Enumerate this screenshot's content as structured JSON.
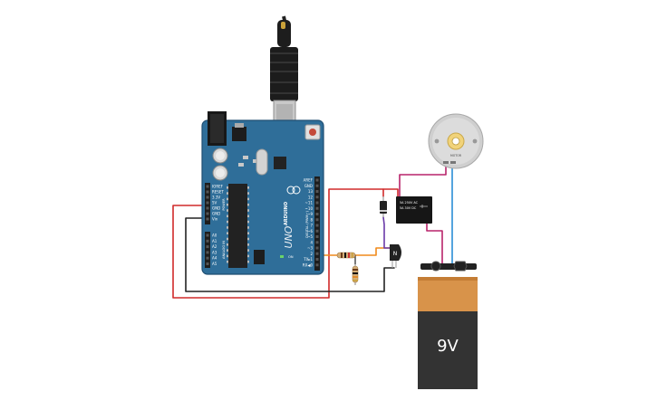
{
  "colors": {
    "board": "#2f6e99",
    "board_dark": "#1f4e72",
    "wire_red": "#d12a2a",
    "wire_black": "#222222",
    "wire_orange": "#f08a1c",
    "wire_magenta": "#b8246b",
    "wire_blue": "#2a8ed6",
    "wire_purple": "#6a3aa8",
    "battery_top": "#d8934a",
    "battery_body": "#333333"
  },
  "arduino": {
    "brand": "ARDUINO",
    "model": "UNO",
    "power_header": [
      "IOREF",
      "RESET",
      "3.3V",
      "5V",
      "GND",
      "GND",
      "Vin"
    ],
    "power_title": "POWER",
    "analog_header": [
      "A0",
      "A1",
      "A2",
      "A3",
      "A4",
      "A5"
    ],
    "analog_title": "ANALOG IN",
    "digital_header": [
      "AREF",
      "GND",
      "13",
      "12",
      "~11",
      "~10",
      "~9",
      "8",
      "7",
      "~6",
      "~5",
      "4",
      "~3",
      "2",
      "TX▸1",
      "RX◀0"
    ],
    "digital_title": "DIGITAL (PWM~)",
    "on_led_label": "ON"
  },
  "transistor": {
    "label": "N"
  },
  "relay": {
    "line1": "5A 250V AC",
    "line2": "5A 30V DC"
  },
  "motor": {
    "label": "MOTOR"
  },
  "battery": {
    "label": "9V"
  }
}
